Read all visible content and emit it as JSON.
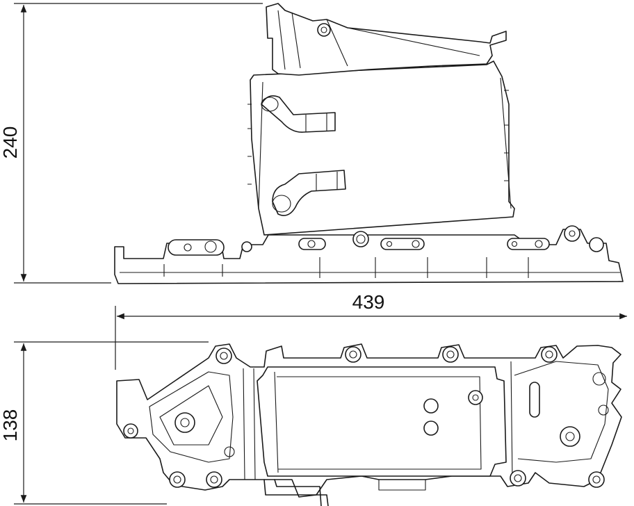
{
  "dimensions": {
    "height_top": "240",
    "width": "439",
    "height_bottom": "138"
  },
  "colors": {
    "line": "#1a1a1a",
    "background": "#ffffff"
  }
}
